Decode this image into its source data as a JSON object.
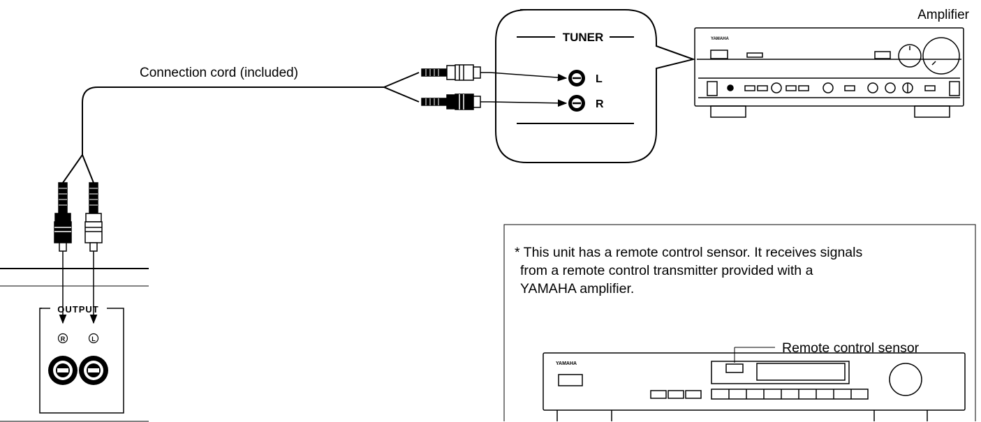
{
  "amplifier": {
    "label": "Amplifier",
    "brand": "YAMAHA"
  },
  "cord": {
    "label": "Connection cord (included)"
  },
  "tuner_callout": {
    "title": "TUNER",
    "left_jack": "L",
    "right_jack": "R"
  },
  "output_panel": {
    "title": "OUTPUT",
    "right_jack": "R",
    "left_jack": "L"
  },
  "note": {
    "lines": [
      "* This unit has a remote control sensor.  It receives signals",
      "  from a remote control transmitter provided with a",
      "  YAMAHA amplifier."
    ],
    "sensor_label": "Remote control sensor"
  },
  "tuner_unit": {
    "brand": "YAMAHA"
  }
}
